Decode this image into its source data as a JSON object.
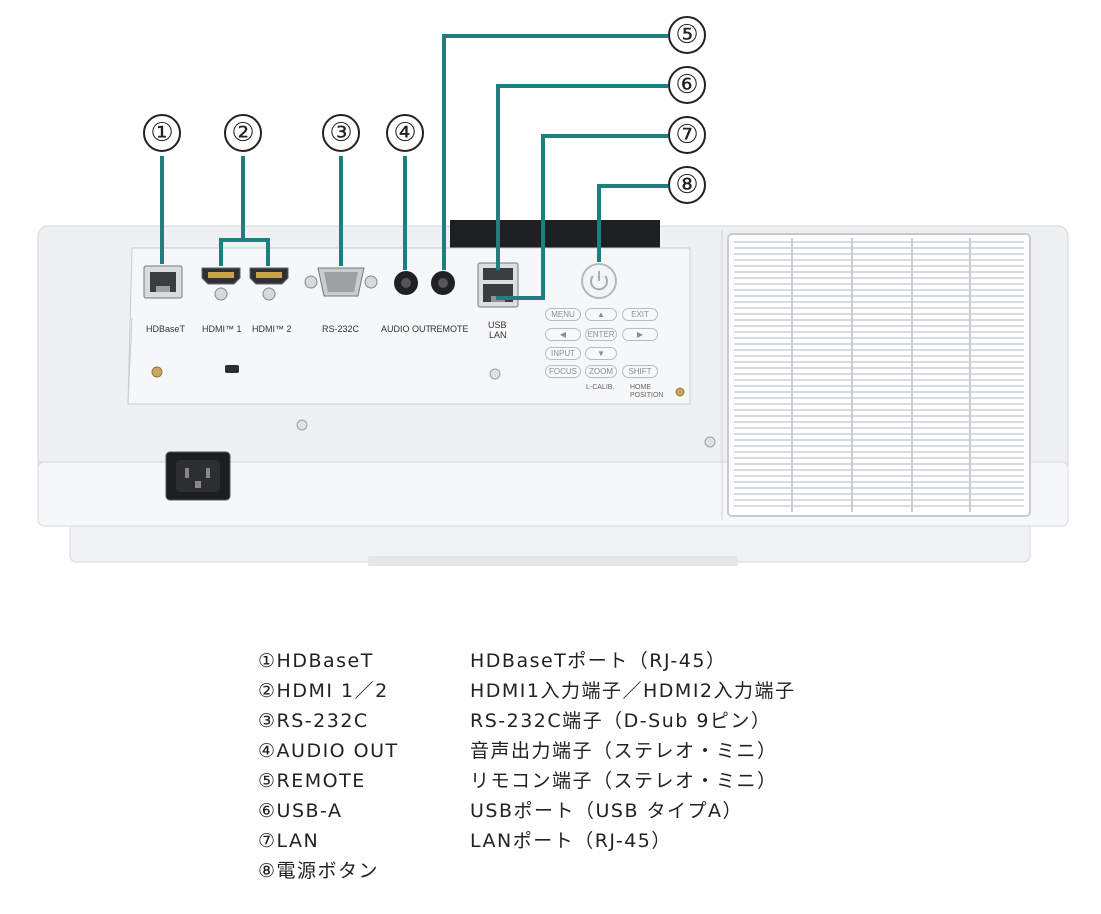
{
  "callouts": [
    "①",
    "②",
    "③",
    "④",
    "⑤",
    "⑥",
    "⑦",
    "⑧"
  ],
  "port_labels": {
    "hdbaset": "HDBaseT",
    "hdmi1": "HDMI™ 1",
    "hdmi2": "HDMI™ 2",
    "rs232c": "RS-232C",
    "audio_out": "AUDIO OUT",
    "remote": "REMOTE",
    "usb": "USB",
    "lan": "LAN"
  },
  "control_buttons": {
    "menu": "MENU",
    "up": "▲",
    "exit": "EXIT",
    "left": "◀",
    "enter": "ENTER",
    "right": "▶",
    "input": "INPUT",
    "down": "▼",
    "focus": "FOCUS",
    "zoom": "ZOOM",
    "shift": "SHIFT",
    "lcalib": "L-CALIB.",
    "home": "HOME",
    "position": "POSITION"
  },
  "legend": [
    {
      "term": "①HDBaseT",
      "desc": "HDBaseTポート（RJ-45）"
    },
    {
      "term": "②HDMI 1／2",
      "desc": "HDMI1入力端子／HDMI2入力端子"
    },
    {
      "term": "③RS-232C",
      "desc": "RS-232C端子（D-Sub 9ピン）"
    },
    {
      "term": "④AUDIO OUT",
      "desc": "音声出力端子（ステレオ・ミニ）"
    },
    {
      "term": "⑤REMOTE",
      "desc": "リモコン端子（ステレオ・ミニ）"
    },
    {
      "term": "⑥USB-A",
      "desc": "USBポート（USB タイプA）"
    },
    {
      "term": "⑦LAN",
      "desc": "LANポート（RJ-45）"
    },
    {
      "term": "⑧電源ボタン",
      "desc": ""
    }
  ],
  "colors": {
    "leader_line": "#1f7f80",
    "body": "#eef0f2",
    "panel": "#f4f5f6",
    "grille": "#d9dcdf"
  }
}
